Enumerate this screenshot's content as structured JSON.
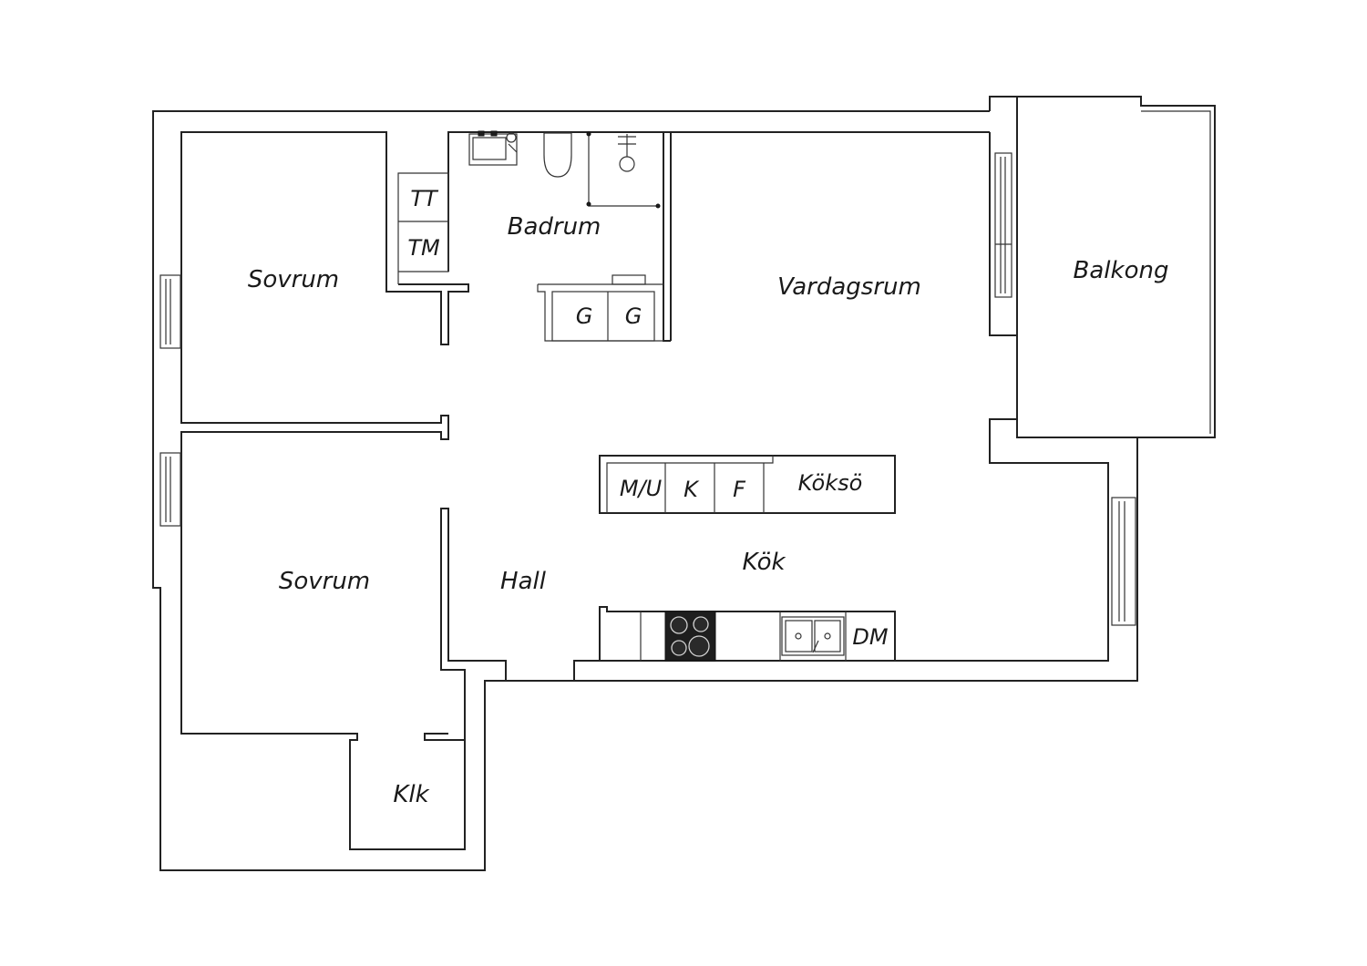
{
  "rooms": {
    "bedroom_1": "Sovrum",
    "bedroom_2": "Sovrum",
    "bathroom": "Badrum",
    "living_room": "Vardagsrum",
    "balcony": "Balkong",
    "kitchen": "Kök",
    "hall": "Hall",
    "closet": "Klk"
  },
  "fixtures": {
    "dryer": "TT",
    "washer": "TM",
    "wardrobe_1": "G",
    "wardrobe_2": "G",
    "microwave_oven": "M/U",
    "fridge": "K",
    "freezer": "F",
    "kitchen_island": "Köksö",
    "dishwasher": "DM"
  }
}
